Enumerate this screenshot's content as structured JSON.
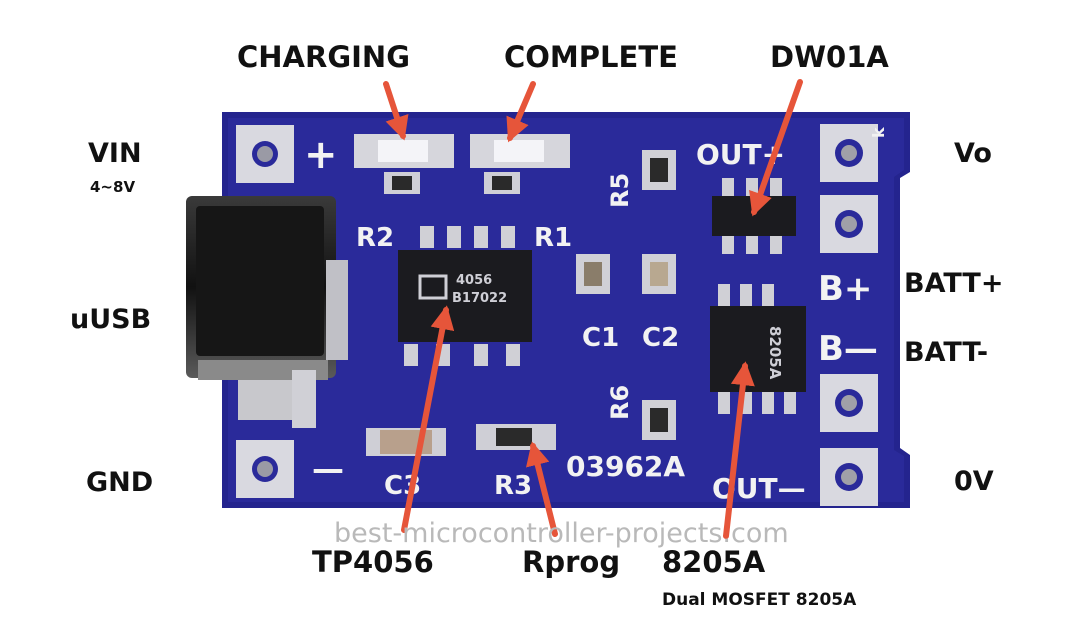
{
  "top_labels": {
    "charging": "CHARGING",
    "complete": "COMPLETE",
    "dw01a": "DW01A"
  },
  "left_labels": {
    "vin": "VIN",
    "vin_range": "4~8V",
    "uusb": "uUSB",
    "gnd": "GND"
  },
  "right_labels": {
    "vo": "Vo",
    "batt_plus": "BATT+",
    "batt_minus": "BATT-",
    "zero_v": "0V"
  },
  "bottom_labels": {
    "tp4056": "TP4056",
    "rprog": "Rprog",
    "chip_8205a": "8205A",
    "dual_mosfet": "Dual MOSFET 8205A"
  },
  "watermark": "best-microcontroller-projects.com",
  "silkscreen": {
    "plus": "+",
    "minus": "—",
    "r2": "R2",
    "r1": "R1",
    "r5": "R5",
    "c1": "C1",
    "c2": "C2",
    "r6": "R6",
    "c3": "C3",
    "r3": "R3",
    "board_id": "03962A",
    "out_plus": "OUT+",
    "out_minus": "OUT—",
    "b_plus": "B+",
    "b_minus": "B—",
    "k": "k"
  },
  "chip_markings": {
    "tp4056_line1": "4056",
    "tp4056_line2": "B17022",
    "mosfet_text": "8205A"
  },
  "colors": {
    "pcb": "#2a2a9a",
    "pcb_dark": "#1c1c78",
    "silk": "#f2f2f2",
    "pad": "#d9d9e0",
    "arrow": "#e6553a",
    "chip": "#1b1b1f"
  }
}
